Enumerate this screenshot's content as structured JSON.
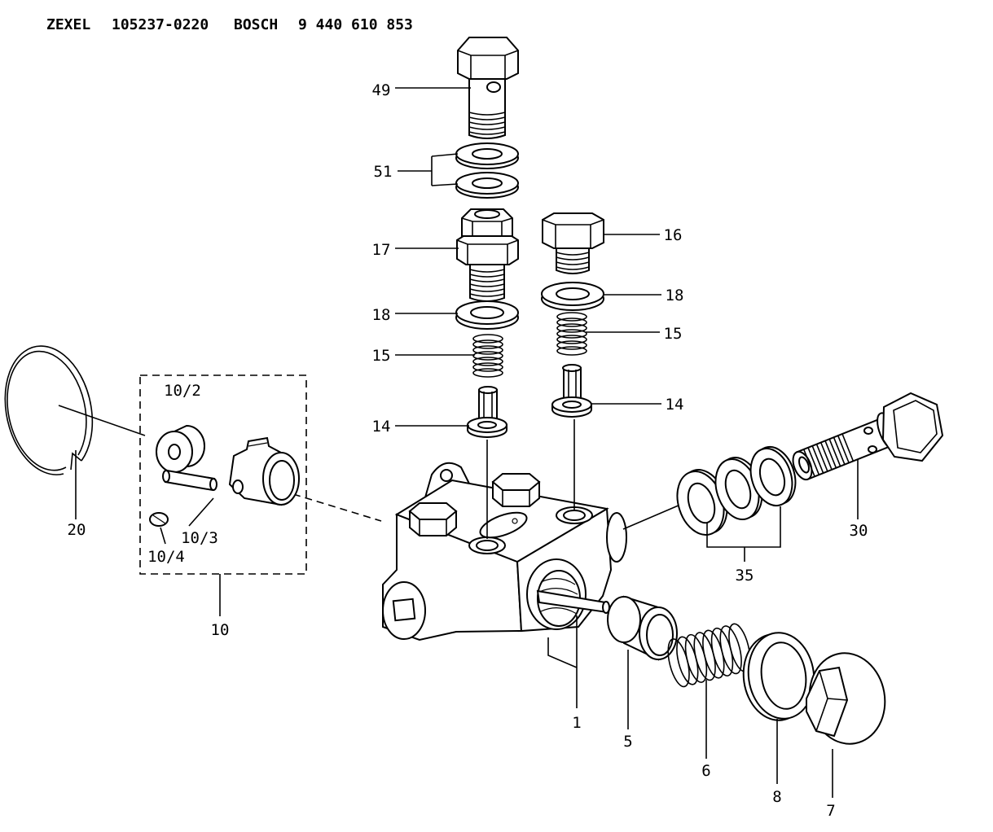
{
  "header": {
    "brand_1": "ZEXEL",
    "part_no_1": "105237-0220",
    "brand_2": "BOSCH",
    "part_no_2": "9 440 610 853"
  },
  "callouts": [
    "49",
    "51",
    "17",
    "18",
    "15",
    "14",
    "16",
    "18",
    "15",
    "14",
    "20",
    "10/2",
    "10/3",
    "10/4",
    "10",
    "30",
    "35",
    "1",
    "5",
    "6",
    "8",
    "7"
  ]
}
